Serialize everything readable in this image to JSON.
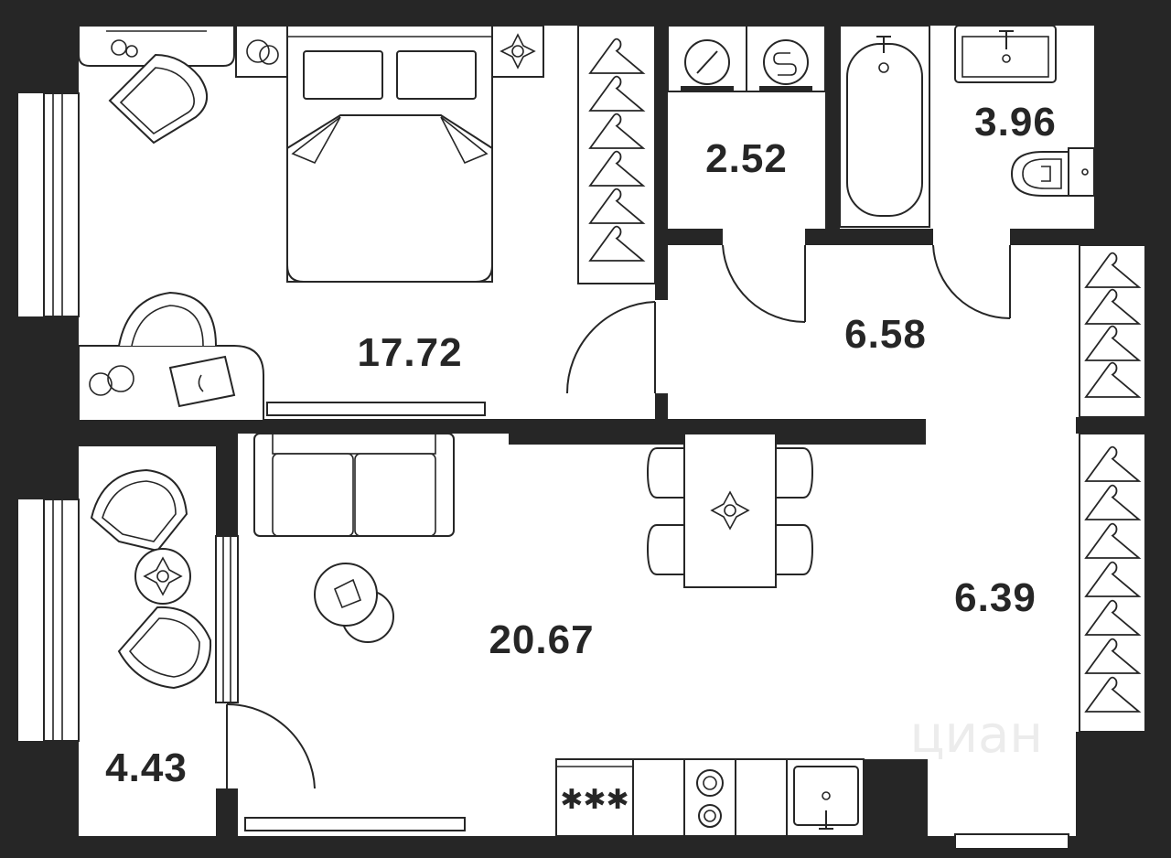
{
  "colors": {
    "wall": "#262626",
    "floor": "#ffffff",
    "line": "#262626",
    "watermark": "#c9c9c9"
  },
  "rooms": [
    {
      "id": "bedroom",
      "area": "17.72"
    },
    {
      "id": "laundry",
      "area": "2.52"
    },
    {
      "id": "bathroom",
      "area": "3.96"
    },
    {
      "id": "hallway",
      "area": "6.58"
    },
    {
      "id": "corridor",
      "area": "6.39"
    },
    {
      "id": "living-kitchen",
      "area": "20.67"
    },
    {
      "id": "balcony",
      "area": "4.43"
    }
  ],
  "watermark": {
    "text": "циан"
  },
  "icons": [
    "bed-icon",
    "armchair-icon",
    "wardrobe-hanger-icon",
    "washing-machine-icon",
    "dryer-icon",
    "bathtub-icon",
    "sink-icon",
    "toilet-icon",
    "sofa-icon",
    "dining-table-icon",
    "chair-icon",
    "coffee-table-icon",
    "stove-icon",
    "cooktop-icon",
    "flower-icon",
    "lamp-icon",
    "laptop-icon",
    "door-swing-icon",
    "window-icon"
  ]
}
